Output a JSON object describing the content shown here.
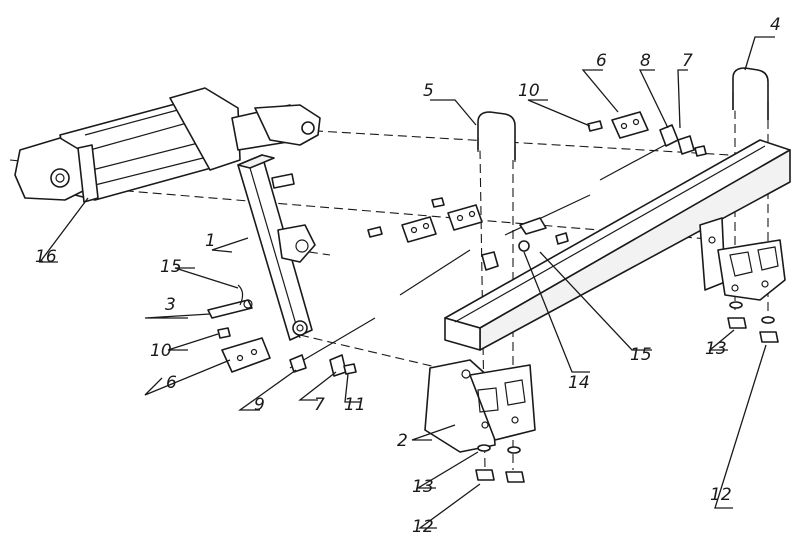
{
  "diagram": {
    "callouts": {
      "c1": "1",
      "c2": "2",
      "c3": "3",
      "c4": "4",
      "c5": "5",
      "c6a": "6",
      "c6b": "6",
      "c7a": "7",
      "c7b": "7",
      "c8": "8",
      "c9": "9",
      "c10a": "10",
      "c10b": "10",
      "c11": "11",
      "c12a": "12",
      "c12b": "12",
      "c13a": "13",
      "c13b": "13",
      "c14": "14",
      "c15a": "15",
      "c15b": "15",
      "c16": "16"
    },
    "colors": {
      "ink": "#1a1a1a",
      "paper": "#ffffff"
    }
  }
}
